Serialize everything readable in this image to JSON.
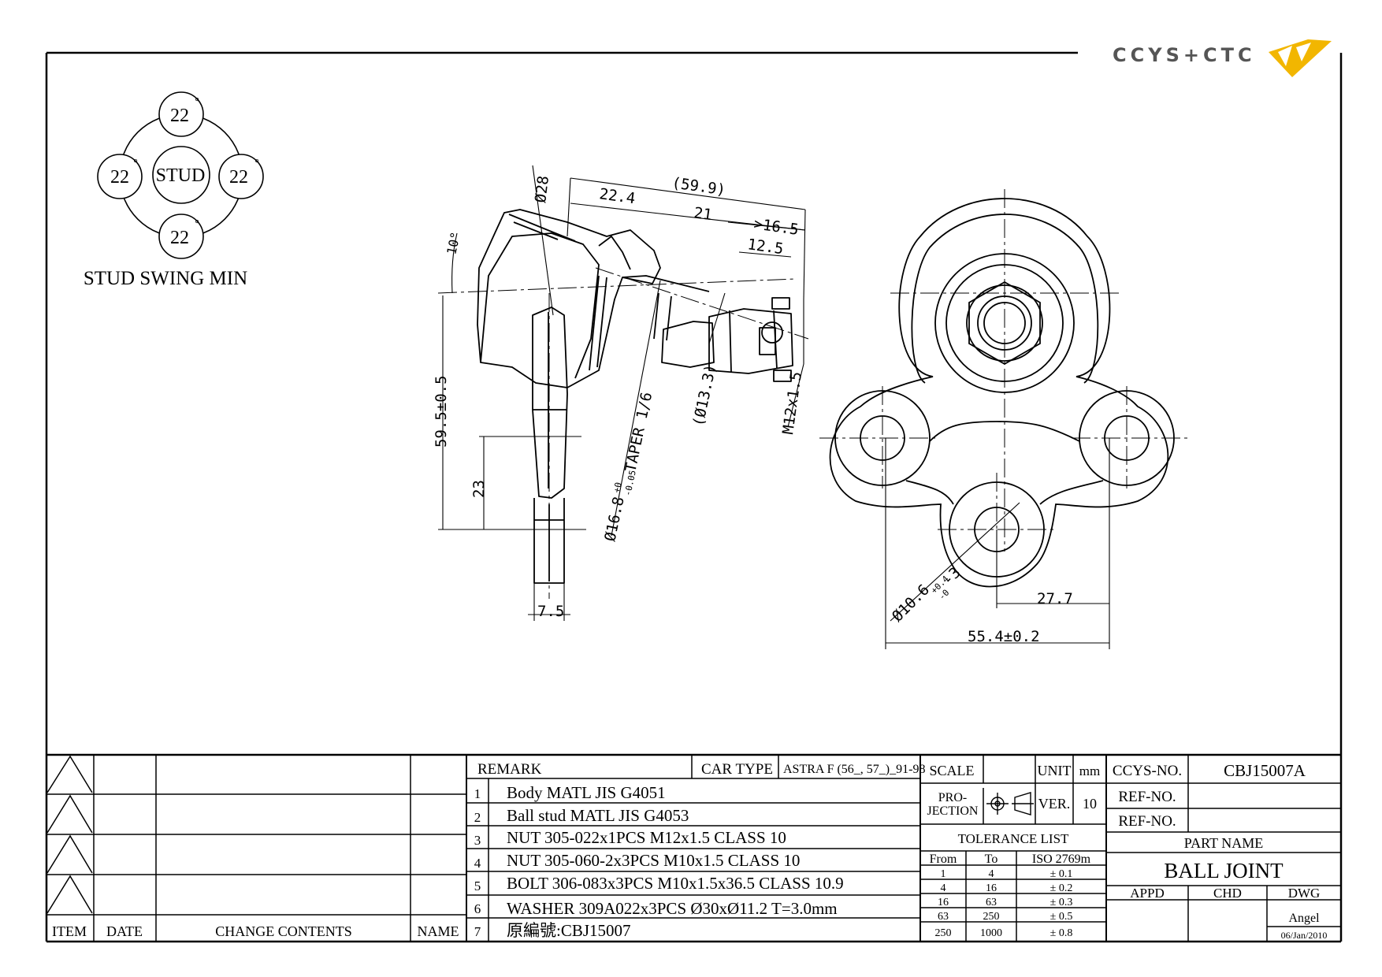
{
  "logo": {
    "text": "CCYS+CTC",
    "colors": {
      "primary": "#555555",
      "accent": "#f2b600"
    }
  },
  "stud_swing": {
    "title": "STUD SWING MIN",
    "center": "STUD",
    "top": "22",
    "left": "22",
    "right": "22",
    "bottom": "22",
    "degree_mark": "°"
  },
  "dims": {
    "d28": "Ø28",
    "d59_9": "(59.9)",
    "d22_4": "22.4",
    "d21": "21",
    "d16_5": ">16.5",
    "d12_5": "12.5",
    "ang10": "10°",
    "d59_5": "59.5±0.5",
    "d23": "23",
    "taper": "TAPER 1/6",
    "d13_3": "(Ø13.3)",
    "m12": "M12x1.5",
    "d16_8": "Ø16.8",
    "d16_8_tol_upper": "+0",
    "d16_8_tol_lower": "-0.05",
    "d7_5": "7.5",
    "d27_7": "27.7",
    "d55_4": "55.4±0.2",
    "d10_6": "Ø10.6",
    "d10_6_tol_upper": "+0.4",
    "d10_6_tol_lower": "-0",
    "d10_6_suffix": "-3"
  },
  "change_table": {
    "headers": {
      "item": "ITEM",
      "date": "DATE",
      "contents": "CHANGE CONTENTS",
      "name": "NAME"
    }
  },
  "remark": {
    "header": "REMARK",
    "car_type_label": "CAR TYPE",
    "car_type_value": "ASTRA F (56_, 57_)_91-98",
    "items": [
      {
        "no": "1",
        "text": "Body MATL JIS G4051"
      },
      {
        "no": "2",
        "text": "Ball stud MATL JIS G4053"
      },
      {
        "no": "3",
        "text": "NUT 305-022x1PCS M12x1.5 CLASS 10"
      },
      {
        "no": "4",
        "text": "NUT 305-060-2x3PCS M10x1.5 CLASS 10"
      },
      {
        "no": "5",
        "text": "BOLT 306-083x3PCS M10x1.5x36.5 CLASS 10.9"
      },
      {
        "no": "6",
        "text": "WASHER 309A022x3PCS  Ø30xØ11.2 T=3.0mm"
      },
      {
        "no": "7",
        "text": "原編號:CBJ15007"
      }
    ]
  },
  "scale_block": {
    "scale_label": "SCALE",
    "scale_value": "",
    "unit_label": "UNIT",
    "unit_value": "mm",
    "projection_label_1": "PRO-",
    "projection_label_2": "JECTION",
    "ver_label": "VER.",
    "ver_value": "10"
  },
  "tolerance": {
    "title": "TOLERANCE LIST",
    "headers": [
      "From",
      "To",
      "ISO 2769m"
    ],
    "rows": [
      [
        "1",
        "4",
        "± 0.1"
      ],
      [
        "4",
        "16",
        "± 0.2"
      ],
      [
        "16",
        "63",
        "± 0.3"
      ],
      [
        "63",
        "250",
        "± 0.5"
      ],
      [
        "250",
        "1000",
        "± 0.8"
      ]
    ]
  },
  "title_block": {
    "ccys_no_label": "CCYS-NO.",
    "ccys_no_value": "CBJ15007A",
    "ref_no_label_1": "REF-NO.",
    "ref_no_value_1": "",
    "ref_no_label_2": "REF-NO.",
    "ref_no_value_2": "",
    "part_name_label": "PART NAME",
    "part_name_value": "BALL JOINT",
    "appd_label": "APPD",
    "chd_label": "CHD",
    "dwg_label": "DWG",
    "dwg_value": "Angel",
    "date_value": "06/Jan/2010"
  }
}
